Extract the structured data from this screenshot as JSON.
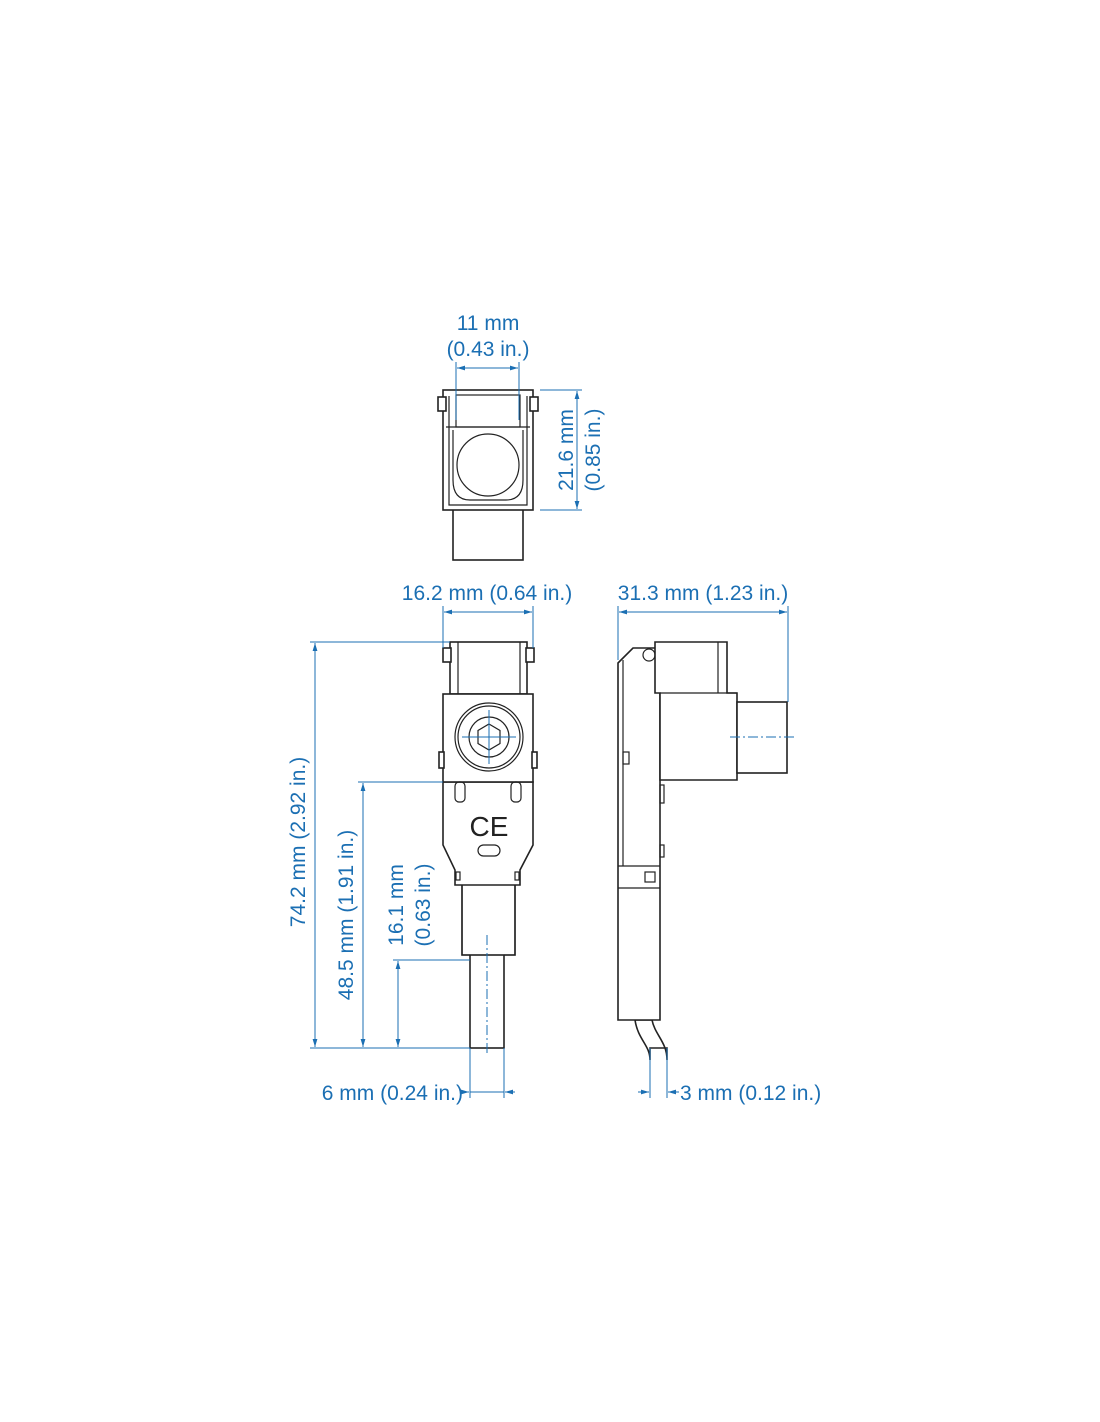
{
  "colors": {
    "dimension": "#1b6fb3",
    "outline": "#222222"
  },
  "top_view": {
    "width_mm": "11 mm",
    "width_in": "(0.43 in.)",
    "height_mm": "21.6 mm",
    "height_in": "(0.85 in.)"
  },
  "front_view": {
    "width": "16.2 mm (0.64 in.)",
    "total_height": "74.2 mm (2.92 in.)",
    "mid_height": "48.5 mm (1.91 in.)",
    "cable_len_mm": "16.1 mm",
    "cable_len_in": "(0.63 in.)",
    "cable_width": "6 mm (0.24 in.)",
    "mark": "CE"
  },
  "side_view": {
    "depth": "31.3 mm (1.23 in.)",
    "cable_thickness": "3 mm (0.12 in.)"
  }
}
